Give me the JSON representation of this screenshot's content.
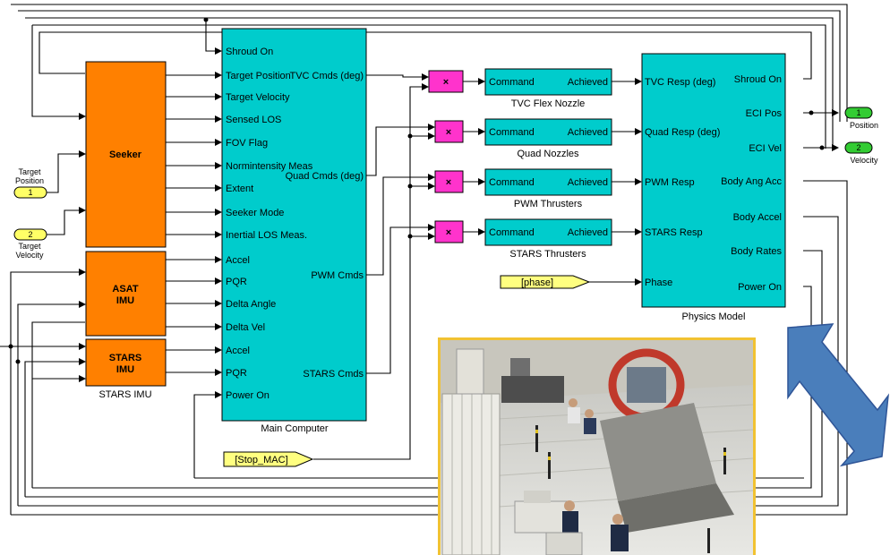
{
  "seeker": {
    "title": "Seeker"
  },
  "asat_imu": {
    "title_line1": "ASAT",
    "title_line2": "IMU"
  },
  "stars_imu": {
    "title_line1": "STARS",
    "title_line2": "IMU",
    "caption": "STARS IMU"
  },
  "main_computer": {
    "caption": "Main Computer",
    "inputs": [
      "Shroud On",
      "Target Position",
      "Target Velocity",
      "Sensed LOS",
      "FOV Flag",
      "Normintensity Meas",
      "Extent",
      "Seeker Mode",
      "Inertial LOS Meas.",
      "Accel",
      "PQR",
      "Delta Angle",
      "Delta Vel",
      "Accel",
      "PQR",
      "Power On"
    ],
    "outputs": [
      "TVC Cmds (deg)",
      "Quad Cmds (deg)",
      "PWM Cmds",
      "STARS Cmds"
    ]
  },
  "products": [
    {
      "symbol": "×"
    },
    {
      "symbol": "×"
    },
    {
      "symbol": "×"
    },
    {
      "symbol": "×"
    }
  ],
  "actuators": [
    {
      "in": "Command",
      "out": "Achieved",
      "caption": "TVC Flex Nozzle"
    },
    {
      "in": "Command",
      "out": "Achieved",
      "caption": "Quad Nozzles"
    },
    {
      "in": "Command",
      "out": "Achieved",
      "caption": "PWM Thrusters"
    },
    {
      "in": "Command",
      "out": "Achieved",
      "caption": "STARS Thrusters"
    }
  ],
  "physics_model": {
    "caption": "Physics Model",
    "inputs": [
      "TVC Resp (deg)",
      "Quad Resp (deg)",
      "PWM Resp",
      "STARS Resp",
      "Phase"
    ],
    "outputs": [
      "Shroud On",
      "ECI Pos",
      "ECI Vel",
      "Body Ang Acc",
      "Body Accel",
      "Body Rates",
      "Power On"
    ]
  },
  "inports": [
    {
      "num": "1",
      "label1": "Target",
      "label2": "Position"
    },
    {
      "num": "2",
      "label1": "Target",
      "label2": "Velocity"
    }
  ],
  "outports": [
    {
      "num": "1",
      "label": "Position"
    },
    {
      "num": "2",
      "label": "Velocity"
    }
  ],
  "goto_tags": {
    "phase": "[phase]",
    "stop_mac": "[Stop_MAC]"
  },
  "colors": {
    "seeker": "#ff8000",
    "main_computer": "#00cccc",
    "actuator": "#00cccc",
    "product": "#ff33cc",
    "tag": "#ffff80",
    "inport": "#ffff66",
    "outport": "#33cc33",
    "arrow": "#4a7ebb"
  },
  "photo": {
    "alt_icon": "lab-photo"
  }
}
